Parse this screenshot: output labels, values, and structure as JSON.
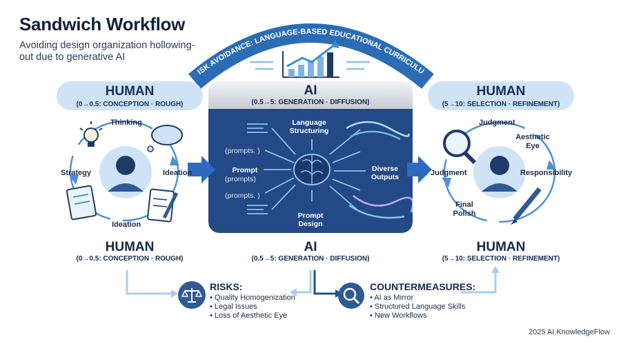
{
  "title": "Sandwich Workflow",
  "subtitle": "Avoiding design organization hollowing-out due to generative AI",
  "arc_banner": "RISK AVOIDANCE: LANGUAGE-BASED EDUCATIONAL CURRICULUM",
  "left_header": {
    "title": "HUMAN",
    "sub": "(0→0.5: CONCEPTION · ROUGH)"
  },
  "center_header": {
    "title": "AI",
    "sub": "(0.5→5: GENERATION · DIFFUSION)"
  },
  "right_header": {
    "title": "HUMAN",
    "sub": "(5→10: SELECTION · REFINEMENT)"
  },
  "left_cycle": {
    "thinking": "Thinking",
    "strategy": "Strategy",
    "ideation_right": "Ideation",
    "ideation_bottom": "Ideation"
  },
  "ai_panel": {
    "language_structuring": "Language\nStructuring",
    "prompt": "Prompt",
    "prompt_sub": "(prompts)",
    "prompts_1": "(prompts. )",
    "prompts_2": "(prompts. )",
    "prompt_design": "Prompt\nDesign",
    "diverse_outputs": "Diverse\nOutputs"
  },
  "right_cycle": {
    "judgment_top": "Judgment",
    "aesthetic_eye": "Aesthetic\nEye",
    "judgment_left": "Judgment",
    "responsibility": "Responsibility",
    "final_polish": "Final\nPolish"
  },
  "bottom_labels": [
    {
      "title": "HUMAN",
      "sub": "(0→0.5: CONCEPTION · ROUGH)"
    },
    {
      "title": "AI",
      "sub": "(0.5→5: GENERATION · DIFFUSION)"
    },
    {
      "title": "HUMAN",
      "sub": "(5→10: SELECTION · REFINEMENT)"
    }
  ],
  "risks": {
    "heading": "RISKS:",
    "items": [
      "Quality Homogenization",
      "Legal Issues",
      "Loss of Aesthetic Eye"
    ]
  },
  "countermeasures": {
    "heading": "COUNTERMEASURES:",
    "items": [
      "AI as Mirror",
      "Structured Language Skills",
      "New Workflows"
    ]
  },
  "footer": "2025 AI KnowledgeFlow",
  "colors": {
    "navy": "#234a86",
    "light_blue": "#cfe3f6",
    "arc": "#2b6cb5",
    "text": "#14284a"
  }
}
